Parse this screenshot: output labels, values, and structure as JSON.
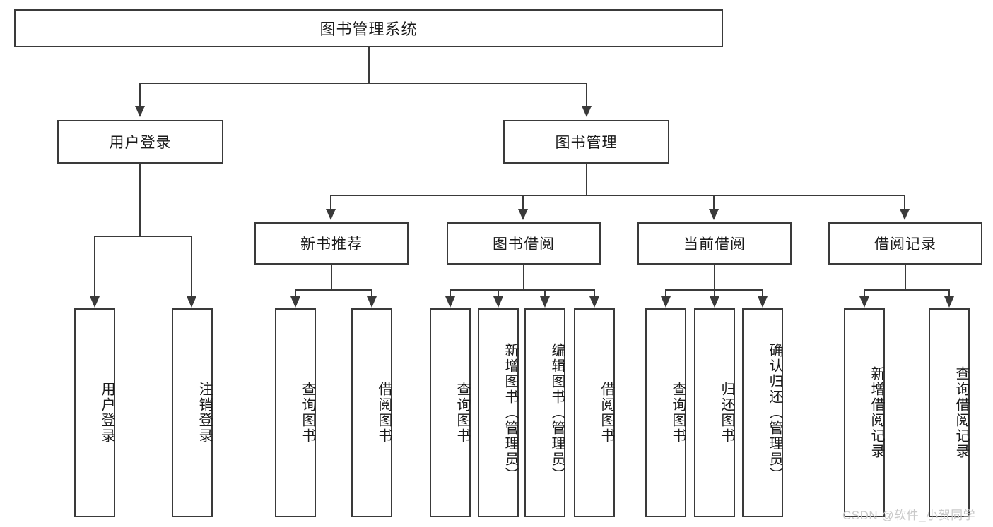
{
  "diagram": {
    "title": "图书管理系统",
    "root": {
      "label": "图书管理系统"
    },
    "level1": [
      {
        "label": "用户登录"
      },
      {
        "label": "图书管理"
      }
    ],
    "level2": [
      {
        "label": "新书推荐"
      },
      {
        "label": "图书借阅"
      },
      {
        "label": "当前借阅"
      },
      {
        "label": "借阅记录"
      }
    ],
    "leaves": {
      "user_login": [
        {
          "label": "用户登录"
        },
        {
          "label": "注销登录"
        }
      ],
      "new_book_recommend": [
        {
          "label": "查询图书"
        },
        {
          "label": "借阅图书"
        }
      ],
      "book_borrow": [
        {
          "label": "查询图书"
        },
        {
          "label": "新增图书（管理员）"
        },
        {
          "label": "编辑图书（管理员）"
        },
        {
          "label": "借阅图书"
        }
      ],
      "current_borrow": [
        {
          "label": "查询图书"
        },
        {
          "label": "归还图书"
        },
        {
          "label": "确认归还（管理员）"
        }
      ],
      "borrow_record": [
        {
          "label": "新增借阅记录"
        },
        {
          "label": "查询借阅记录"
        }
      ]
    }
  },
  "watermark": {
    "text": "CSDN @软件_小贺同学"
  },
  "colors": {
    "stroke": "#3a3a3a",
    "text": "#1a1a1a",
    "background": "#ffffff",
    "watermark": "#c9c9c9"
  }
}
